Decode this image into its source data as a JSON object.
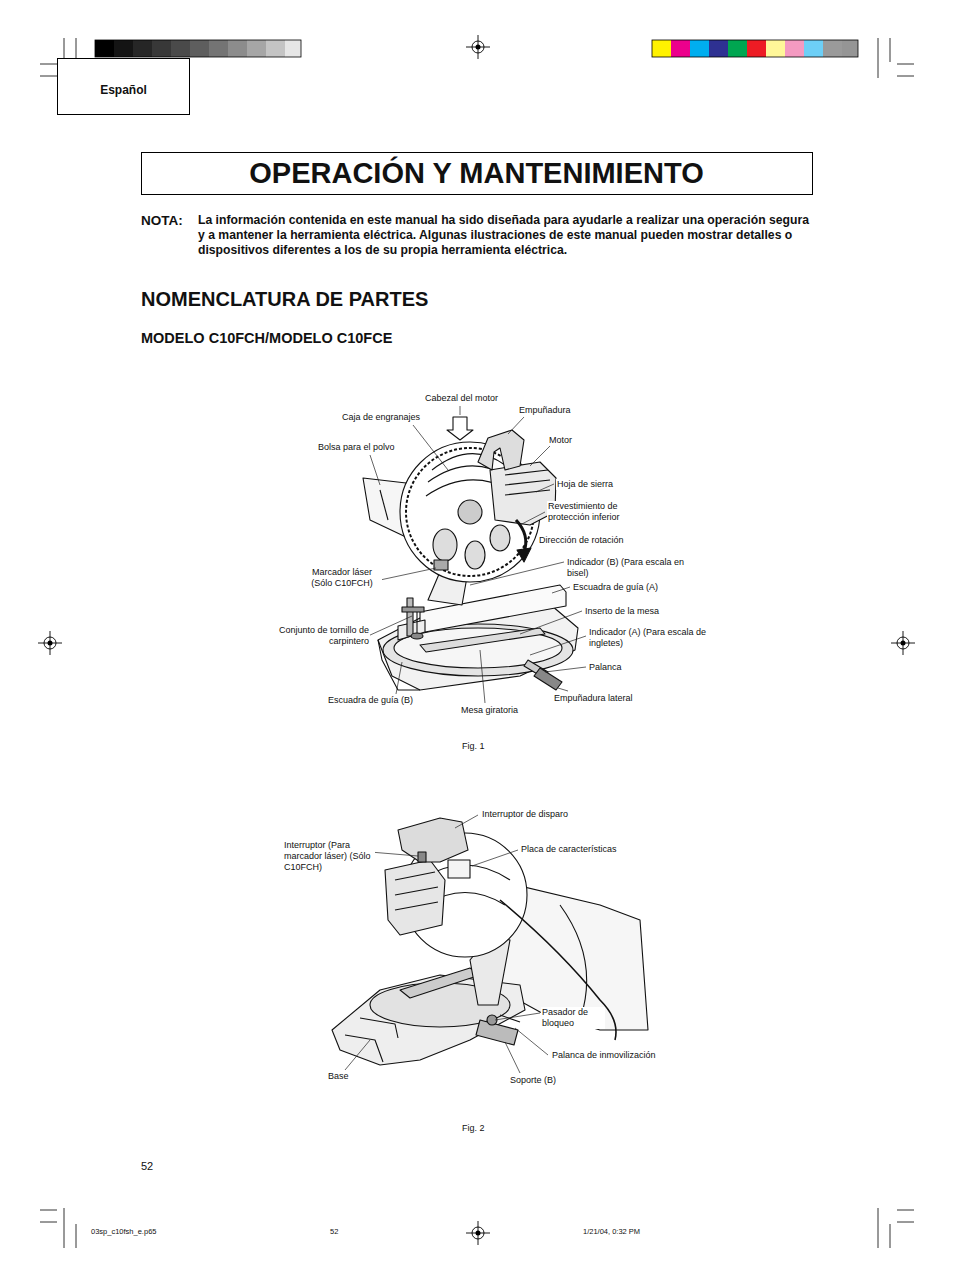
{
  "diagram": {
    "title": "OPERACIÓN Y MANTENIMIENTO",
    "nodes": [
      {
        "text": [
          "Español"
        ]
      }
    ],
    "labels": [
      "NOTA:",
      "La información contenida en este manual ha sido diseñada para ayudarle a realizar una operación segura y a mantener la herramienta eléctrica. Algunas ilustraciones de este manual pueden mostrar detalles o dispositivos diferentes a los de su propia herramienta eléctrica.",
      "NOMENCLATURA DE PARTES",
      "MODELO C10FCH/MODELO C10FCE",
      "Cabezal del motor",
      "Caja de engranajes",
      "Empuñadura",
      "Bolsa para el polvo",
      "Motor",
      "Hoja de sierra",
      "Revestimiento de protección inferior",
      "Dirección de rotación",
      "Marcador láser (Sólo C10FCH)",
      "Indicador (B) (Para escala en bisel)",
      "Escuadra de guía (A)",
      "Inserto de la mesa",
      "Conjunto de tornillo de carpintero",
      "Indicador (A) (Para escala de ingletes)",
      "Palanca",
      "Empuñadura lateral",
      "Escuadra de guía (B)",
      "Mesa giratoria",
      "Fig. 1",
      "Interruptor de disparo",
      "Interruptor (Para marcador láser) (Sólo C10FCH)",
      "Placa de características",
      "Pasador de bloqueo",
      "Palanca de inmovilización",
      "Base",
      "Soporte (B)",
      "Fig. 2",
      "52",
      "03sp_c10fsh_e.p65",
      "52",
      "1/21/04, 0:32 PM"
    ]
  }
}
